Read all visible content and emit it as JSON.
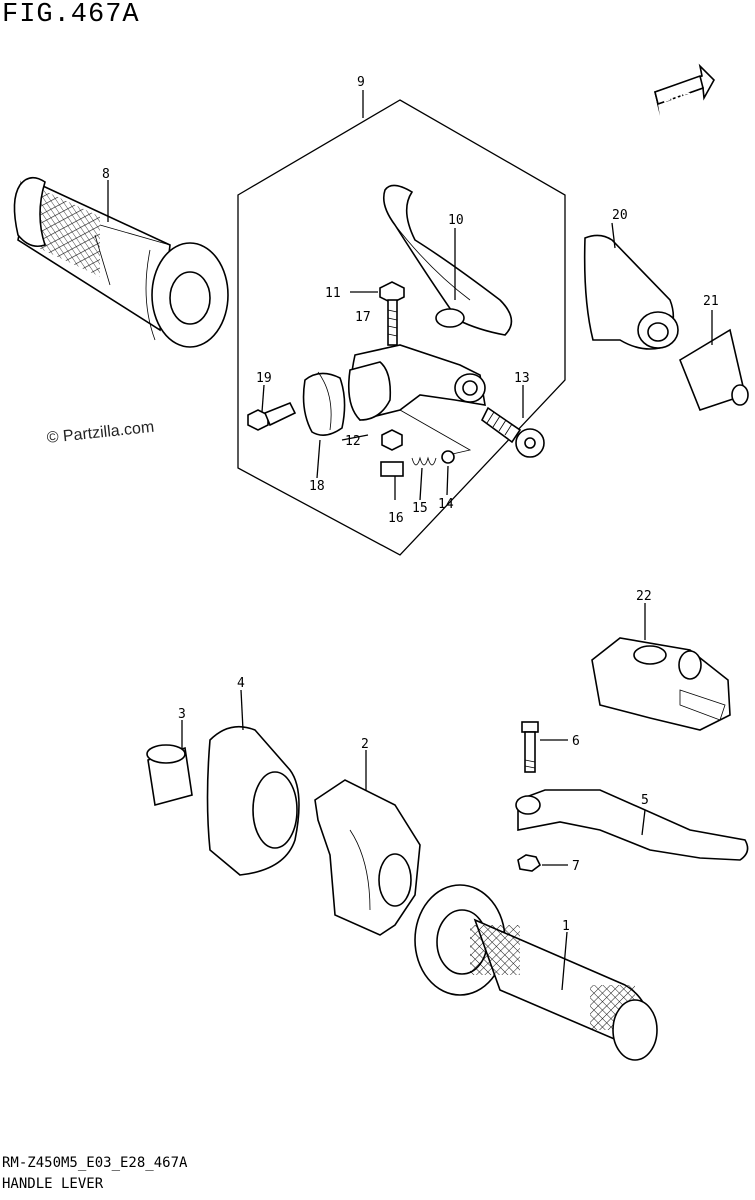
{
  "figure": {
    "title": "FIG.467A",
    "watermark": "© Partzilla.com",
    "footer_code": "RM-Z450M5_E03_E28_467A",
    "footer_name": "HANDLE LEVER",
    "fwd_label": "FWD"
  },
  "callouts": [
    {
      "id": "c1",
      "text": "1"
    },
    {
      "id": "c2",
      "text": "2"
    },
    {
      "id": "c3",
      "text": "3"
    },
    {
      "id": "c4",
      "text": "4"
    },
    {
      "id": "c5",
      "text": "5"
    },
    {
      "id": "c6",
      "text": "6"
    },
    {
      "id": "c7",
      "text": "7"
    },
    {
      "id": "c8",
      "text": "8"
    },
    {
      "id": "c9",
      "text": "9"
    },
    {
      "id": "c10",
      "text": "10"
    },
    {
      "id": "c11",
      "text": "11"
    },
    {
      "id": "c12",
      "text": "12"
    },
    {
      "id": "c13",
      "text": "13"
    },
    {
      "id": "c14",
      "text": "14"
    },
    {
      "id": "c15",
      "text": "15"
    },
    {
      "id": "c16",
      "text": "16"
    },
    {
      "id": "c17",
      "text": "17"
    },
    {
      "id": "c18",
      "text": "18"
    },
    {
      "id": "c19",
      "text": "19"
    },
    {
      "id": "c20",
      "text": "20"
    },
    {
      "id": "c21",
      "text": "21"
    },
    {
      "id": "c22",
      "text": "22"
    }
  ]
}
